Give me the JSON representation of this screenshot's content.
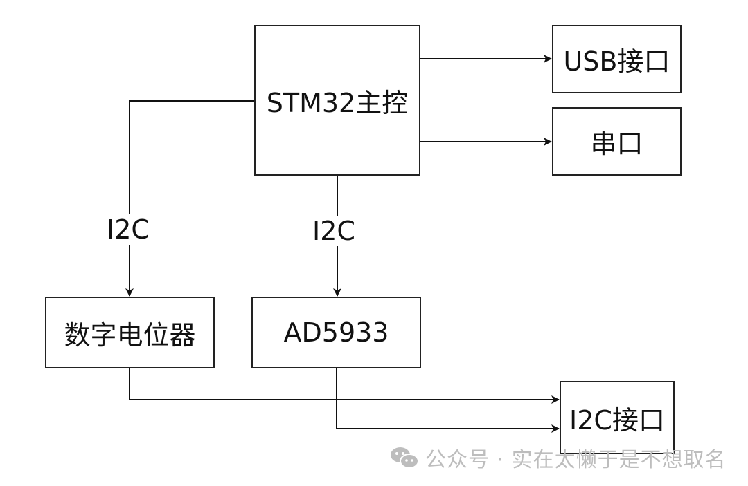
{
  "nodes": {
    "stm32": "STM32主控",
    "usb": "USB接口",
    "serial": "串口",
    "potentiometer": "数字电位器",
    "ad5933": "AD5933",
    "i2c_port": "I2C接口"
  },
  "edge_labels": {
    "stm32_to_potentiometer": "I2C",
    "stm32_to_ad5933": "I2C"
  },
  "edges": [
    {
      "from": "stm32",
      "to": "usb"
    },
    {
      "from": "stm32",
      "to": "serial"
    },
    {
      "from": "stm32",
      "to": "potentiometer",
      "label": "I2C"
    },
    {
      "from": "stm32",
      "to": "ad5933",
      "label": "I2C"
    },
    {
      "from": "potentiometer",
      "to": "i2c_port"
    },
    {
      "from": "ad5933",
      "to": "i2c_port"
    }
  ],
  "watermark": {
    "icon": "wechat-icon",
    "text": "公众号 · 实在太懒于是不想取名"
  }
}
